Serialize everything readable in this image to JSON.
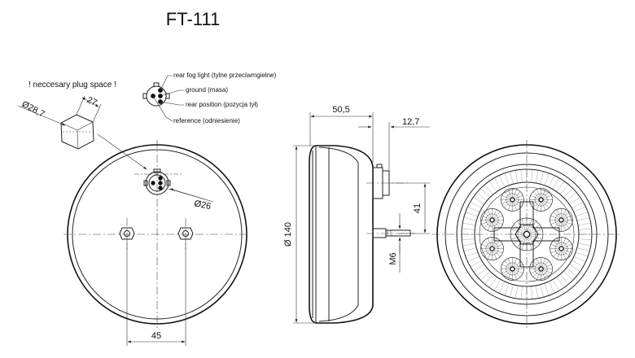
{
  "title": "FT-111",
  "plug_note": "! neccesary plug space !",
  "pin_labels": [
    "rear fog light (tylne przeciwmgielne)",
    "ground (masa)",
    "rear position (pozycja tył)",
    "reference (odniesienie)"
  ],
  "dimensions": {
    "plug_width": "27",
    "plug_diameter": "Ø28,7",
    "connector_diameter": "Ø26",
    "bolt_spacing": "45",
    "depth": "50,5",
    "connector_length": "12,7",
    "outer_diameter": "Ø 140",
    "connector_offset": "41",
    "thread": "M6"
  },
  "colors": {
    "line": "#222222",
    "background": "#ffffff"
  }
}
